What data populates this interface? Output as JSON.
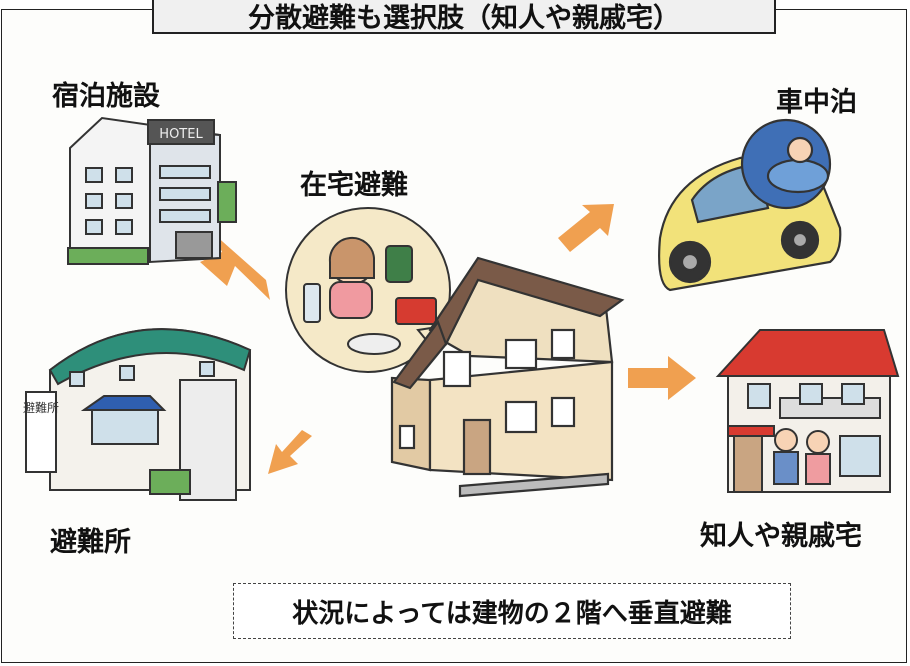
{
  "title": "分散避難も選択肢（知人や親戚宅）",
  "labels": {
    "hotel": "宿泊施設",
    "home": "在宅避難",
    "car": "車中泊",
    "shelter": "避難所",
    "relatives": "知人や親戚宅"
  },
  "signs": {
    "hotel_sign": "HOTEL",
    "shelter_sign": "避難所"
  },
  "note": "状況によっては建物の２階へ垂直避難",
  "colors": {
    "arrow": "#f0a050",
    "roof_brown": "#7a5a48",
    "car_yellow": "#f2e27a",
    "roof_red": "#d83a30",
    "shelter_green": "#2e8f7a"
  }
}
